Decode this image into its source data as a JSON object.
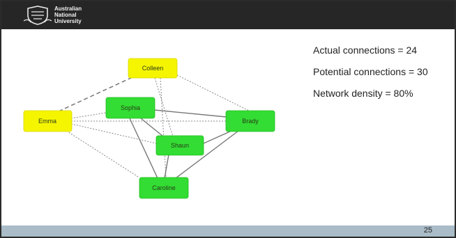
{
  "header": {
    "logo_lines": [
      "Australian",
      "National",
      "University"
    ]
  },
  "diagram": {
    "nodes": [
      {
        "id": "colleen",
        "label": "Colleen",
        "color": "#f5f500"
      },
      {
        "id": "sophia",
        "label": "Sophia",
        "color": "#33dd33"
      },
      {
        "id": "emma",
        "label": "Emma",
        "color": "#f5f500"
      },
      {
        "id": "brady",
        "label": "Brady",
        "color": "#33dd33"
      },
      {
        "id": "shaun",
        "label": "Shaun",
        "color": "#33dd33"
      },
      {
        "id": "caroline",
        "label": "Caroline",
        "color": "#33dd33"
      }
    ]
  },
  "stats": {
    "actual": "Actual connections = 24",
    "potential": "Potential connections = 30",
    "density": "Network density = 80%"
  },
  "footer": {
    "page_number": "25"
  }
}
